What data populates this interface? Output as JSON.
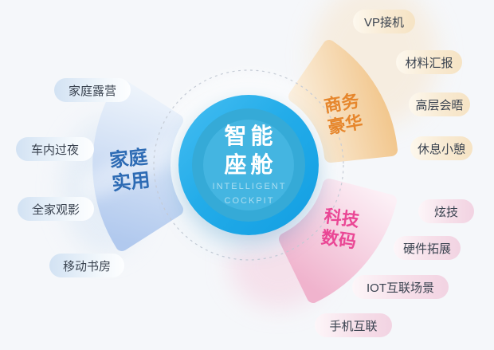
{
  "center": {
    "title_lines": [
      "智能",
      "座舱"
    ],
    "subtitle_lines": [
      "INTELLIGENT",
      "COCKPIT"
    ]
  },
  "categories": [
    {
      "id": "family-practical",
      "label_lines": [
        "家庭",
        "实用"
      ],
      "accent_color": "#2d6bb4",
      "items": [
        "家庭露营",
        "车内过夜",
        "全家观影",
        "移动书房"
      ]
    },
    {
      "id": "business-luxury",
      "label_lines": [
        "商务",
        "豪华"
      ],
      "accent_color": "#e6862c",
      "items": [
        "VP接机",
        "材料汇报",
        "高层会晤",
        "休息小憩"
      ]
    },
    {
      "id": "tech-digital",
      "label_lines": [
        "科技",
        "数码"
      ],
      "accent_color": "#ea4795",
      "items": [
        "炫技",
        "硬件拓展",
        "IOT互联场景",
        "手机互联"
      ]
    }
  ],
  "palette": {
    "background": "#f5f7fa",
    "circle_blue_dark": "#129ee2",
    "circle_blue_light": "#46bef2",
    "petal_family": "#b1c9ee",
    "petal_business": "#f2c78e",
    "petal_tech": "#f0b3cd",
    "dashed_ring": "#c6ccd6"
  }
}
